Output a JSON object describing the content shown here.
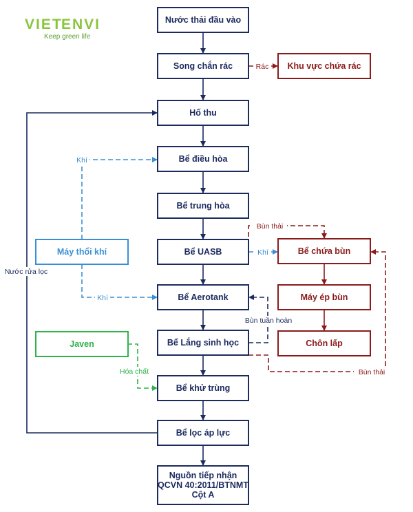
{
  "logo": {
    "word1": "VIET",
    "word2": "ENVI",
    "tagline": "Keep green life"
  },
  "colors": {
    "main": "#1c2a5e",
    "sludge": "#8b1a1a",
    "air": "#3a8fd4",
    "chemical": "#2cb34a"
  },
  "nodes": {
    "input": {
      "lines": [
        "Nước thải đầu vào"
      ]
    },
    "screen": {
      "lines": [
        "Song chắn rác"
      ]
    },
    "trash_area": {
      "lines": [
        "Khu vực chứa rác"
      ]
    },
    "pit": {
      "lines": [
        "Hố thu"
      ]
    },
    "equalization": {
      "lines": [
        "Bể điều hòa"
      ]
    },
    "neutralization": {
      "lines": [
        "Bể trung hòa"
      ]
    },
    "uasb": {
      "lines": [
        "Bể UASB"
      ]
    },
    "aerotank": {
      "lines": [
        "Bể Aerotank"
      ]
    },
    "settling": {
      "lines": [
        "Bể Lắng sinh học"
      ]
    },
    "disinfection": {
      "lines": [
        "Bể khử trùng"
      ]
    },
    "pressure_filter": {
      "lines": [
        "Bể lọc áp lực"
      ]
    },
    "receiver": {
      "lines": [
        "Nguồn tiếp nhận",
        "QCVN  40:2011/BTNMT",
        "Cột A"
      ]
    },
    "blower": {
      "lines": [
        "Máy thổi khí"
      ]
    },
    "javen": {
      "lines": [
        "Javen"
      ]
    },
    "sludge_tank": {
      "lines": [
        "Bể chứa bùn"
      ]
    },
    "sludge_press": {
      "lines": [
        "Máy ép bùn"
      ]
    },
    "landfill": {
      "lines": [
        "Chôn lấp"
      ]
    }
  },
  "labels": {
    "trash": "Rác",
    "air_1": "Khí",
    "air_2": "Khí",
    "air_3": "Khí",
    "backwash": "Nước rửa lọc",
    "sludge_1": "Bùn thải",
    "sludge_2": "Bùn thải",
    "recycle": "Bùn tuần hoàn",
    "chemical": "Hóa chất"
  }
}
